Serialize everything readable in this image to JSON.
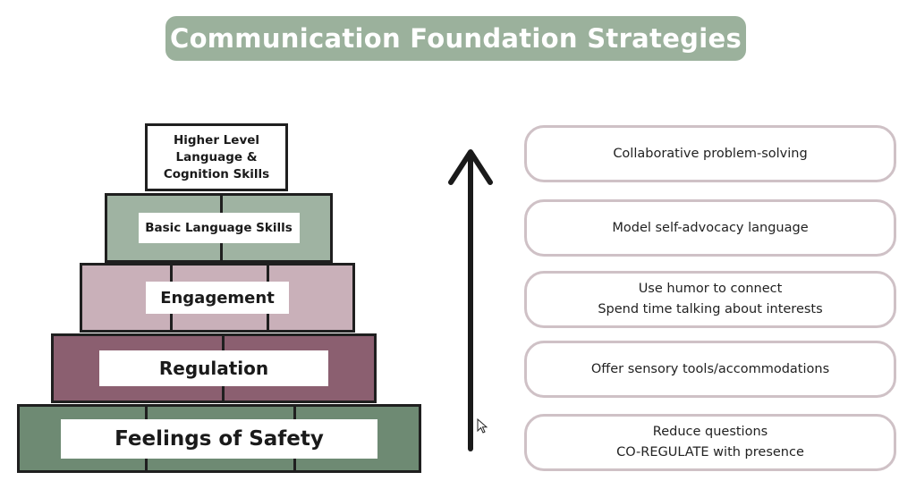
{
  "title": "Communication Foundation Strategies",
  "pyramid": {
    "tiers": [
      {
        "label_lines": [
          "Higher Level",
          "Language &",
          "Cognition Skills"
        ],
        "color": "#ffffff"
      },
      {
        "label": "Basic Language Skills",
        "color": "#9fb3a2"
      },
      {
        "label": "Engagement",
        "color": "#c9b0b9"
      },
      {
        "label": "Regulation",
        "color": "#8b5f70"
      },
      {
        "label": "Feelings of Safety",
        "color": "#6e8a73"
      }
    ]
  },
  "strategies": [
    {
      "lines": [
        "Collaborative problem-solving"
      ]
    },
    {
      "lines": [
        "Model self-advocacy language"
      ]
    },
    {
      "lines": [
        "Use humor to connect",
        "Spend time talking about interests"
      ]
    },
    {
      "lines": [
        "Offer sensory tools/accommodations"
      ]
    },
    {
      "lines": [
        "Reduce questions",
        "CO-REGULATE with presence"
      ]
    }
  ],
  "arrow": {
    "direction": "up",
    "color": "#1a1a1a"
  },
  "cursor_icon": "mouse-pointer-icon"
}
